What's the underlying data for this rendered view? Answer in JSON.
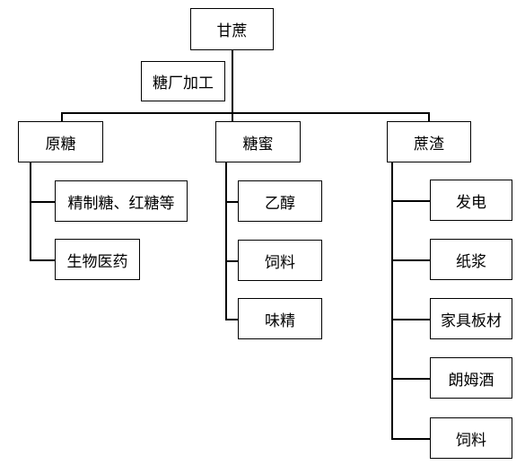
{
  "diagram": {
    "root": "甘蔗",
    "process": "糖厂加工",
    "products": [
      {
        "label": "原糖",
        "children": [
          "精制糖、红糖等",
          "生物医药"
        ]
      },
      {
        "label": "糖蜜",
        "children": [
          "乙醇",
          "饲料",
          "味精"
        ]
      },
      {
        "label": "蔗渣",
        "children": [
          "发电",
          "纸浆",
          "家具板材",
          "朗姆酒",
          "饲料"
        ]
      }
    ]
  }
}
